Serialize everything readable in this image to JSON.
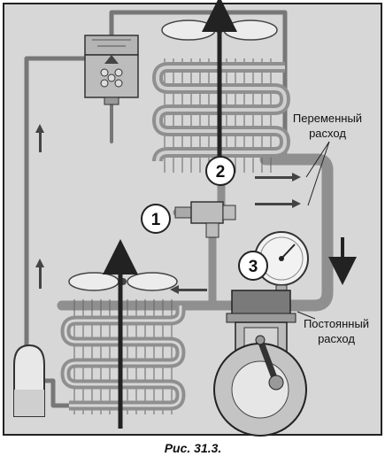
{
  "labels": {
    "variable_line1": "Переменный",
    "variable_line2": "расход",
    "constant_line1": "Постоянный",
    "constant_line2": "расход"
  },
  "markers": [
    "1",
    "2",
    "3"
  ],
  "caption": "Рис. 31.3.",
  "colors": {
    "background": "#d7d7d7",
    "pipe": "#8f8f8f",
    "pipe_dark": "#3a3a3a",
    "metal": "#b4b4b4",
    "arrow": "#222222"
  }
}
